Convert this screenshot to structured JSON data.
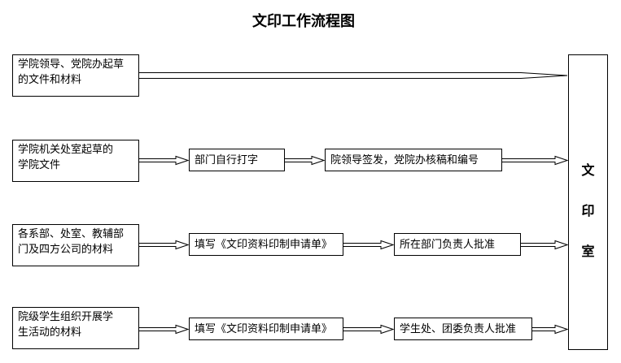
{
  "title": "文印工作流程图",
  "rows": [
    {
      "source": "学院领导、党院办起草\n的文件和材料",
      "steps": []
    },
    {
      "source": "学院机关处室起草的\n学院文件",
      "steps": [
        "部门自行打字",
        "院领导签发，党院办核稿和编号"
      ]
    },
    {
      "source": "各系部、处室、教辅部\n门及四方公司的材料",
      "steps": [
        "填写《文印资料印制申请单》",
        "所在部门负责人批准"
      ]
    },
    {
      "source": "院级学生组织开展学\n生活动的材料",
      "steps": [
        "填写《文印资料印制申请单》",
        "学生处、团委负责人批准"
      ]
    }
  ],
  "destination": {
    "chars": [
      "文",
      "印",
      "室"
    ]
  }
}
